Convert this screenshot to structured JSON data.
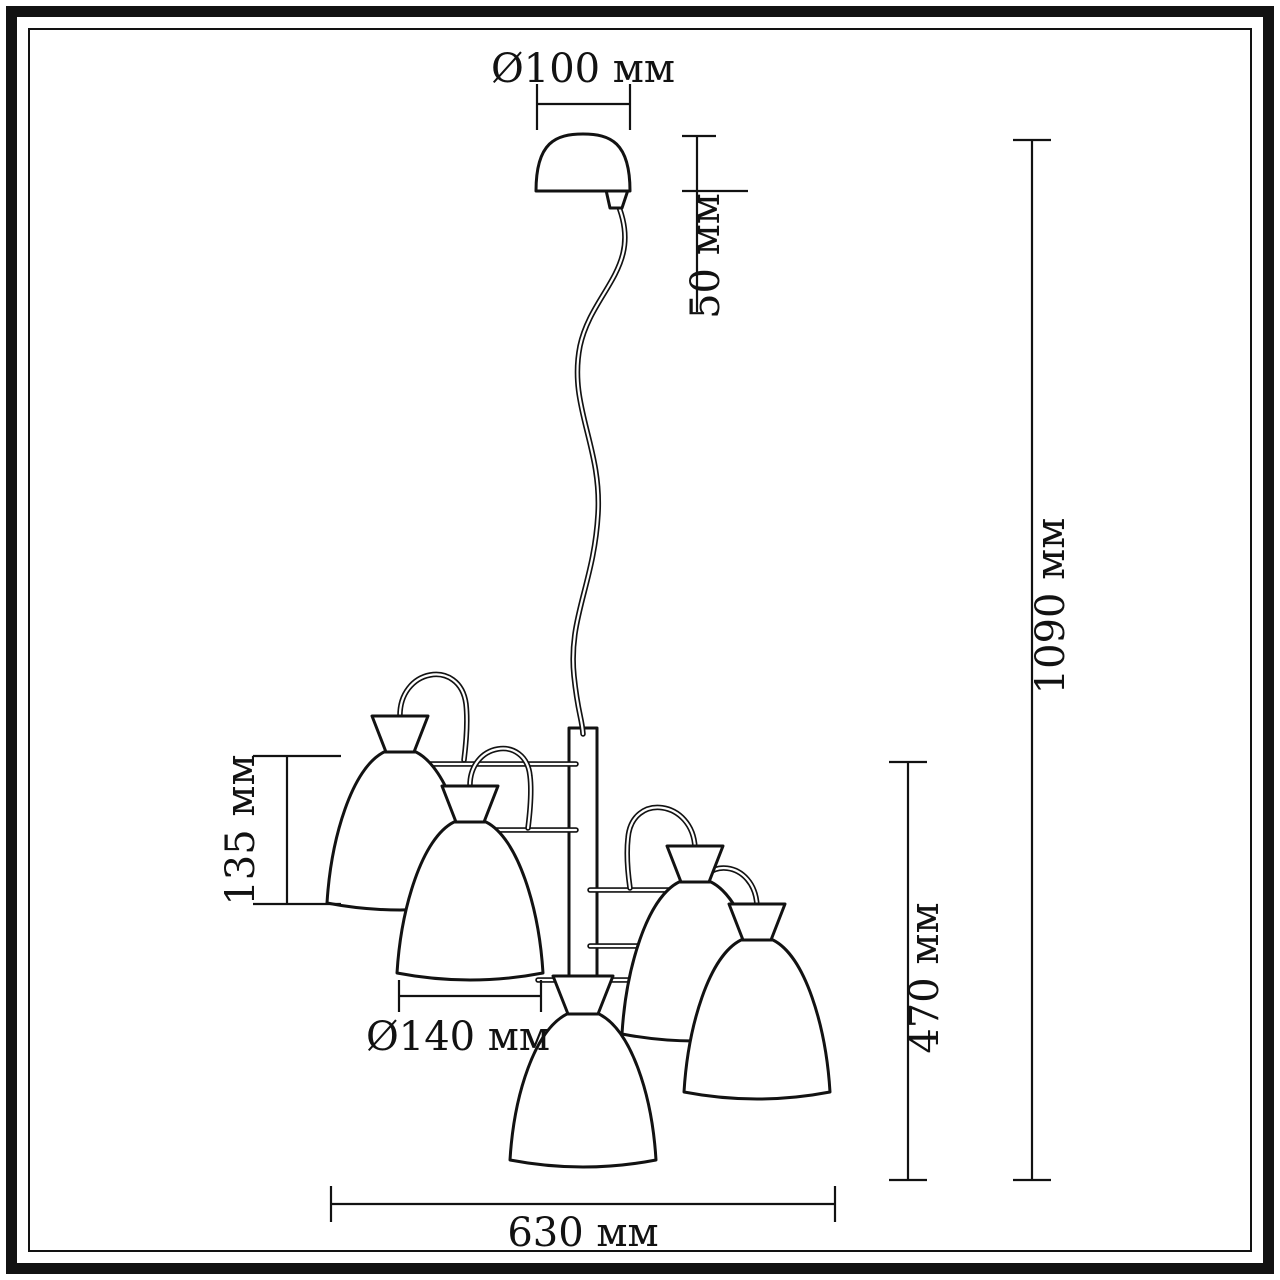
{
  "figure": {
    "ink_color": "#121212",
    "paper_color": "#ffffff",
    "labels": {
      "canopy_diameter": "Ø100 мм",
      "canopy_height": "50 мм",
      "overall_height": "1090 мм",
      "body_height": "470 мм",
      "shade_height": "135 мм",
      "shade_diameter": "Ø140 мм",
      "overall_width": "630 мм"
    }
  }
}
